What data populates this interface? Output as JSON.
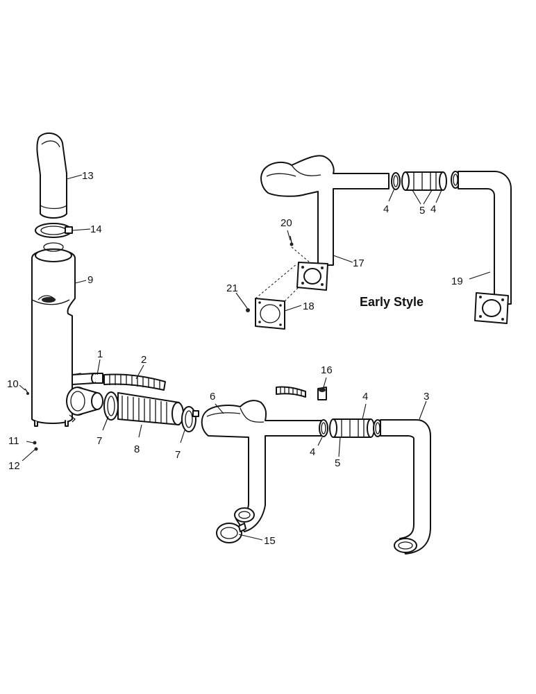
{
  "heading": "Early Style",
  "callouts": {
    "c1": "1",
    "c2": "2",
    "c3": "3",
    "c4a": "4",
    "c4b": "4",
    "c4c": "4",
    "c4d": "4",
    "c5a": "5",
    "c5b": "5",
    "c6": "6",
    "c7a": "7",
    "c7b": "7",
    "c8": "8",
    "c9": "9",
    "c10": "10",
    "c11": "11",
    "c12": "12",
    "c13": "13",
    "c14": "14",
    "c15": "15",
    "c16": "16",
    "c17": "17",
    "c18": "18",
    "c19": "19",
    "c20": "20",
    "c21": "21"
  },
  "colors": {
    "ink": "#111111",
    "paper": "#ffffff"
  }
}
